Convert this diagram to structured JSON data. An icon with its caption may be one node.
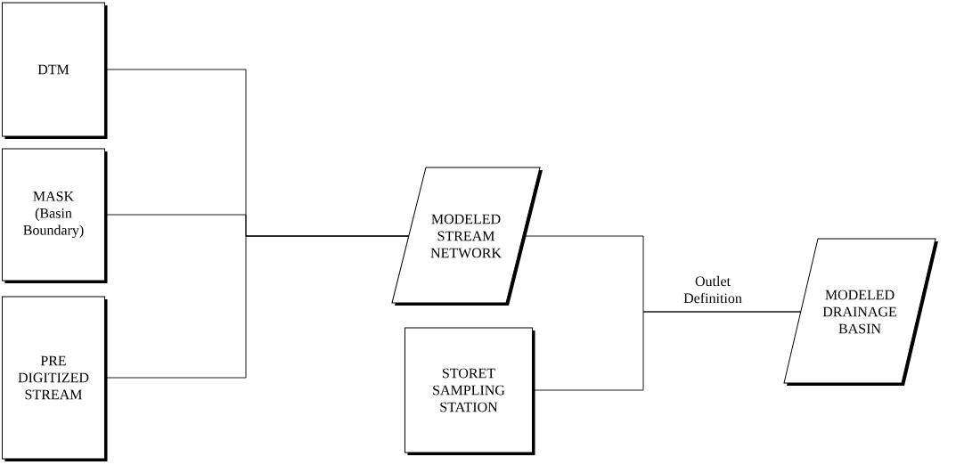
{
  "diagram": {
    "nodes": [
      {
        "text": [
          "DTM"
        ]
      },
      {
        "text": [
          "MASK (Basin Boundary)"
        ]
      },
      {
        "text": [
          "PRE DIGITIZED STREAM"
        ]
      },
      {
        "text": [
          "MODELED STREAM NETWORK"
        ]
      },
      {
        "text": [
          "STORET SAMPLING STATION"
        ]
      },
      {
        "text": [
          "MODELED DRAINAGE BASIN"
        ]
      }
    ],
    "edges": [
      {
        "from": 0,
        "to": 3,
        "arrow": "none"
      },
      {
        "from": 1,
        "to": 3,
        "arrow": "none"
      },
      {
        "from": 2,
        "to": 3,
        "arrow": "none"
      },
      {
        "from": 3,
        "to": 5,
        "arrow": "none",
        "label": "Outlet Definition"
      },
      {
        "from": 4,
        "to": 5,
        "arrow": "none"
      }
    ]
  }
}
